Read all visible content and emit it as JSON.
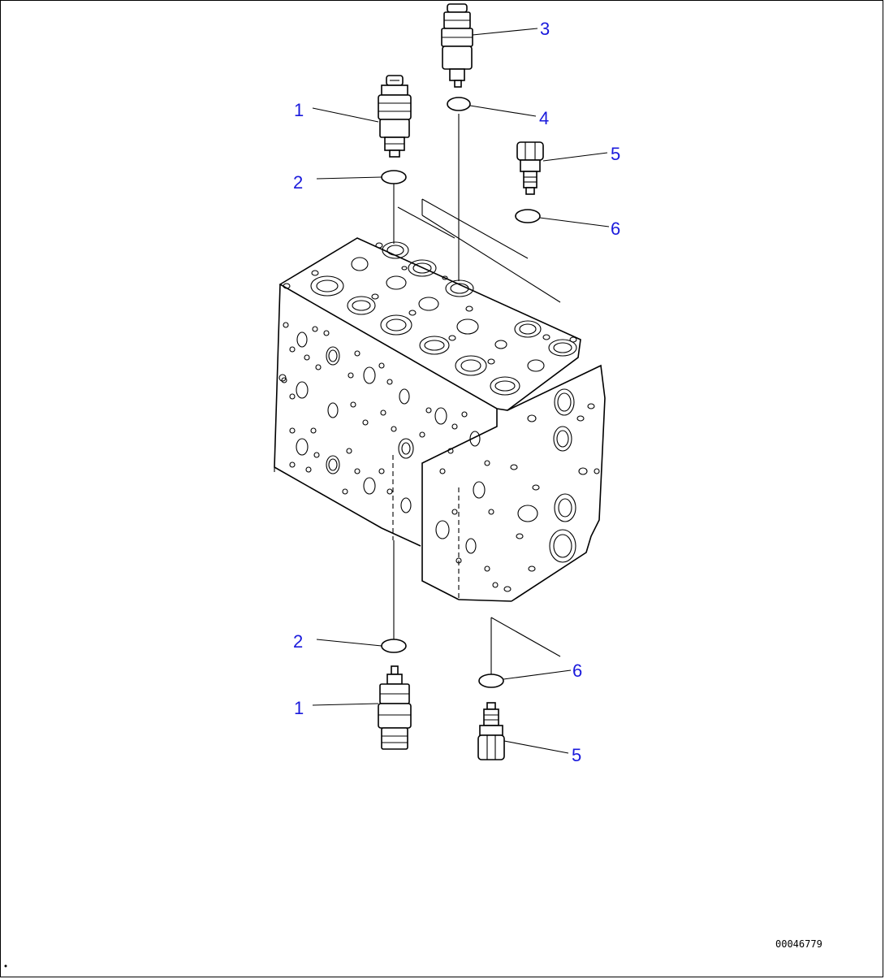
{
  "callouts": {
    "c1_top": "1",
    "c1_bottom": "1",
    "c2_top": "2",
    "c2_bottom": "2",
    "c3": "3",
    "c4": "4",
    "c5_top": "5",
    "c5_bottom": "5",
    "c6_top": "6",
    "c6_bottom": "6"
  },
  "document_id": "00046779",
  "colors": {
    "callout_text": "#1a1adc",
    "line_art": "#000000",
    "background": "#ffffff"
  }
}
